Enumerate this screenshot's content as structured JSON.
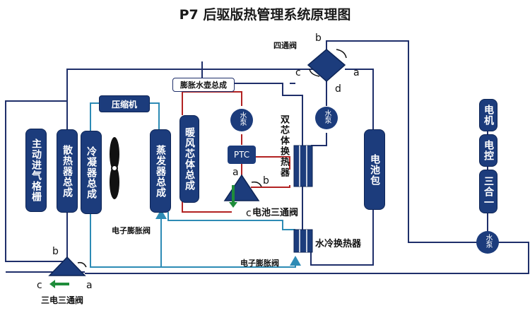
{
  "title": "P7 后驱版热管理系统原理图",
  "components": {
    "grille": "主动进气格栅",
    "radiator": "散热器总成",
    "condenser": "冷凝器总成",
    "evaporator": "蒸发器总成",
    "compressor": "压缩机",
    "heater_core": "暖风芯体总成",
    "ptc": "PTC",
    "dual_core": "双芯体换热器",
    "battery": "电池包",
    "motor": "电机",
    "controller": "电控",
    "three_in_one": "三合一",
    "chiller": "水冷换热器",
    "expansion_tank": "膨胀水壶总成",
    "pump": "水泵"
  },
  "valves": {
    "four_way": "四通阀",
    "battery_three_way": "电池三通阀",
    "motor_three_way": "三电三通阀",
    "exv_front": "电子膨胀阀",
    "exv_chiller": "电子膨胀阀"
  },
  "ports": {
    "a": "a",
    "b": "b",
    "c": "c",
    "d": "d"
  },
  "colors": {
    "box": "#1c3c7c",
    "coolant_line": "#1f2f6a",
    "refrigerant_line": "#2d8bb5",
    "heater_line": "#b22222",
    "arrow_green": "#1e8c3a"
  }
}
